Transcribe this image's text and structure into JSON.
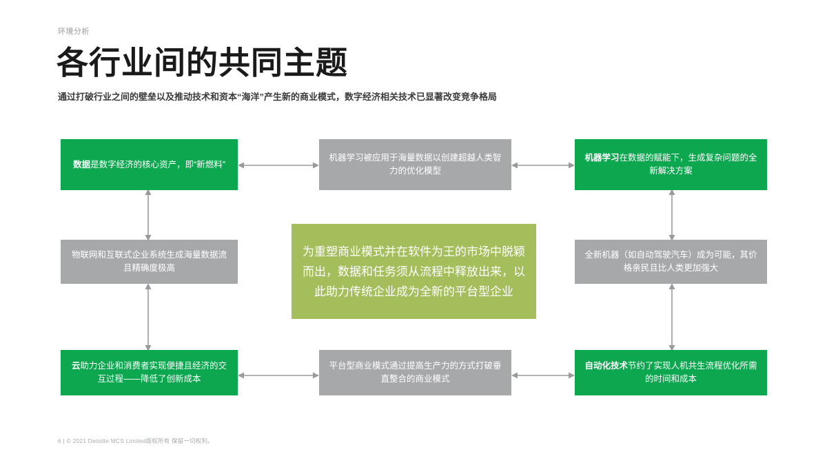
{
  "header": {
    "eyebrow": "环境分析",
    "title": "各行业间的共同主题",
    "subtitle": "通过打破行业之间的壁垒以及推动技术和资本“海洋”产生新的商业模式，数字经济相关技术已显著改变竞争格局"
  },
  "footer": {
    "text": "6 |  © 2021 Deloitte MCS Limited版权所有 保留一切权利。"
  },
  "colors": {
    "green": "#0da750",
    "gray": "#a7a8aa",
    "olive": "#a4be5c",
    "title": "#1a1a1a",
    "subtitle": "#3b3b3b",
    "eyebrow": "#b9bbbd",
    "footer": "#a9abad",
    "connector": "#9a9a9a"
  },
  "diagram": {
    "boxes": {
      "top_left": {
        "style": "green",
        "emphasis": "数据",
        "rest": "是数字经济的核心资产，即“新燃料”"
      },
      "top_center": {
        "style": "gray",
        "emphasis": "机器学习",
        "rest": "被应用于海量数据以创建超越人类智力的优化模型"
      },
      "top_right": {
        "style": "green",
        "emphasis": "机器学习",
        "rest": "在数据的赋能下，生成复杂问题的全新解决方案"
      },
      "mid_left": {
        "style": "gray",
        "emphasis": "",
        "rest": "物联网和互联式企业系统生成海量数据流且精确度极高"
      },
      "mid_center": {
        "style": "olive",
        "emphasis": "",
        "rest": "为重塑商业模式并在软件为王的市场中脱颖而出，数据和任务须从流程中释放出来，以此助力传统企业成为全新的平台型企业"
      },
      "mid_right": {
        "style": "gray",
        "emphasis": "",
        "rest": "全新机器（如自动驾驶汽车）成为可能，其价格亲民且比人类更加强大"
      },
      "bottom_left": {
        "style": "green",
        "emphasis": "云",
        "rest": "助力企业和消费者实现便捷且经济的交互过程——降低了创新成本"
      },
      "bottom_center": {
        "style": "gray",
        "emphasis": "",
        "rest": "平台型商业模式通过提高生产力的方式打破垂直整合的商业模式"
      },
      "bottom_right": {
        "style": "green",
        "emphasis": "自动化技术",
        "rest": "节约了实现人机共生流程优化所需的时间和成本"
      }
    },
    "connectors": [
      {
        "name": "top-left-to-top-center",
        "orientation": "horizontal"
      },
      {
        "name": "top-center-to-top-right",
        "orientation": "horizontal"
      },
      {
        "name": "top-left-to-mid-left",
        "orientation": "vertical"
      },
      {
        "name": "top-right-to-mid-right",
        "orientation": "vertical"
      },
      {
        "name": "mid-left-to-bottom-left",
        "orientation": "vertical"
      },
      {
        "name": "mid-right-to-bottom-right",
        "orientation": "vertical"
      },
      {
        "name": "bottom-left-to-bottom-center",
        "orientation": "horizontal"
      },
      {
        "name": "bottom-center-to-bottom-right",
        "orientation": "horizontal"
      }
    ]
  }
}
